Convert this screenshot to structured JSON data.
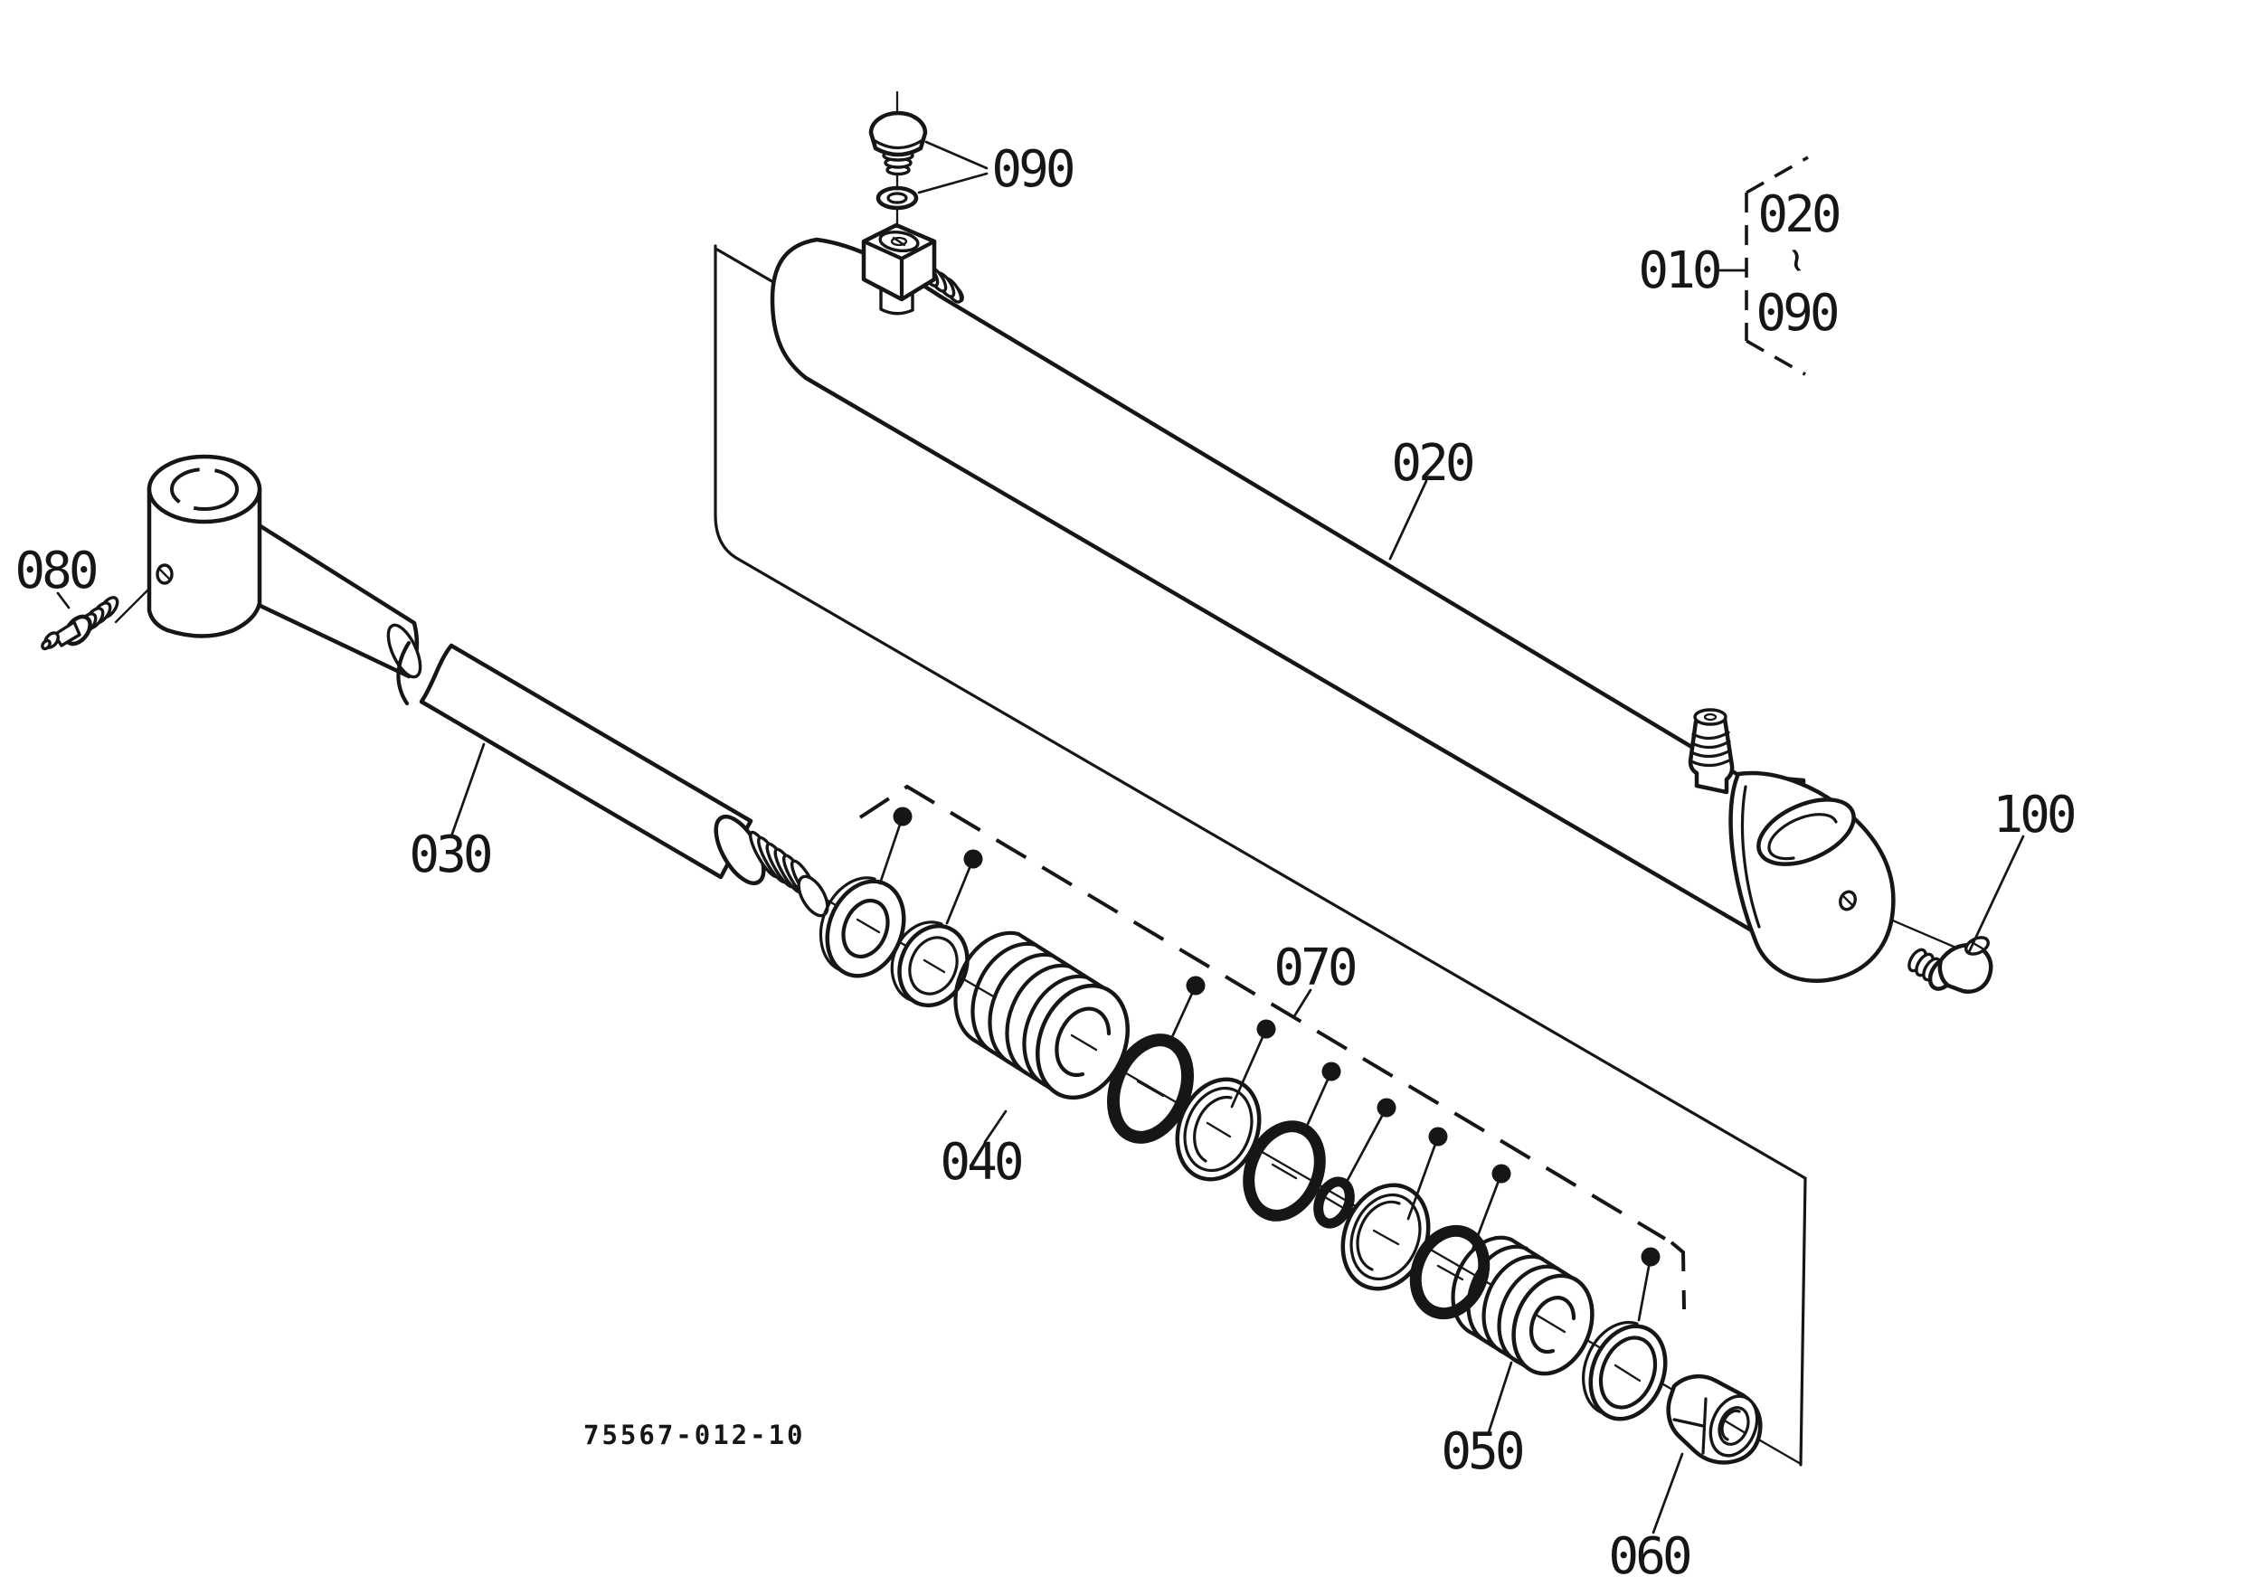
{
  "figure": {
    "drawing_number": "75567-012-10",
    "callouts": {
      "c010": "010",
      "c020": "020",
      "c030": "030",
      "c040": "040",
      "c050": "050",
      "c060": "060",
      "c070": "070",
      "c080": "080",
      "c090": "090",
      "c100": "100"
    },
    "group_bracket": {
      "from": "020",
      "tilde": "~",
      "to": "090"
    }
  }
}
